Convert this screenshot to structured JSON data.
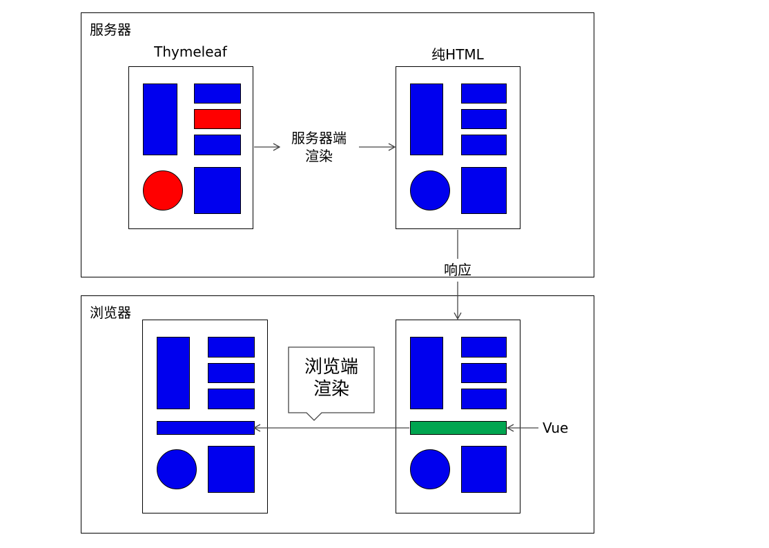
{
  "server": {
    "label": "服务器",
    "thymeleaf_title": "Thymeleaf",
    "html_title": "纯HTML",
    "render_label_line1": "服务器端",
    "render_label_line2": "渲染"
  },
  "response_label": "响应",
  "browser": {
    "label": "浏览器",
    "callout_line1": "浏览端",
    "callout_line2": "渲染",
    "vue_label": "Vue"
  },
  "colors": {
    "blue": "#0000EE",
    "red": "#FF0000",
    "green": "#00A550"
  }
}
